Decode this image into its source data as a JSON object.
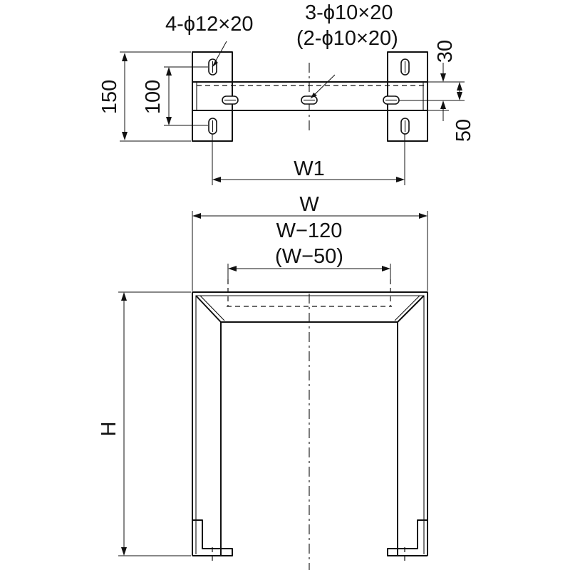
{
  "labels": {
    "hole_top_left": "4-ϕ12×20",
    "hole_top_center": "3-ϕ10×20",
    "hole_top_center_alt": "(2-ϕ10×20)",
    "dim_150": "150",
    "dim_100": "100",
    "dim_30": "30",
    "dim_50": "50",
    "dim_w1": "W1",
    "dim_w": "W",
    "dim_w120": "W−120",
    "dim_w50": "(W−50)",
    "dim_h": "H"
  }
}
